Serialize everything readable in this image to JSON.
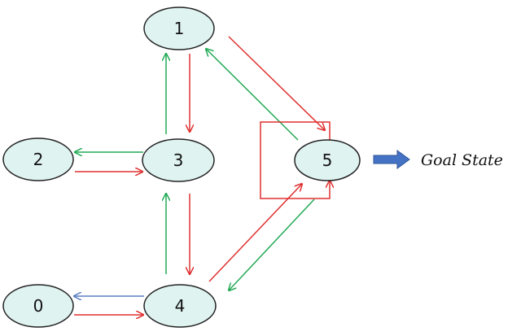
{
  "nodes": [
    {
      "id": "1",
      "label": "1"
    },
    {
      "id": "2",
      "label": "2"
    },
    {
      "id": "3",
      "label": "3"
    },
    {
      "id": "5",
      "label": "5"
    },
    {
      "id": "0",
      "label": "0"
    },
    {
      "id": "4",
      "label": "4"
    }
  ],
  "goal": {
    "label": "Goal State"
  },
  "colors": {
    "green": "#22aa55",
    "red": "#e03030",
    "blue": "#5b7fc4",
    "goal_arrow": "#4472c4",
    "node_fill": "#dff3f1"
  },
  "edges": [
    {
      "from": "1",
      "to": "3",
      "color": "red"
    },
    {
      "from": "3",
      "to": "1",
      "color": "green"
    },
    {
      "from": "1",
      "to": "5",
      "color": "red"
    },
    {
      "from": "5",
      "to": "1",
      "color": "green"
    },
    {
      "from": "3",
      "to": "2",
      "color": "green"
    },
    {
      "from": "2",
      "to": "3",
      "color": "red"
    },
    {
      "from": "3",
      "to": "4",
      "color": "red"
    },
    {
      "from": "4",
      "to": "3",
      "color": "green"
    },
    {
      "from": "4",
      "to": "5",
      "color": "red"
    },
    {
      "from": "5",
      "to": "4",
      "color": "green"
    },
    {
      "from": "4",
      "to": "0",
      "color": "blue"
    },
    {
      "from": "0",
      "to": "4",
      "color": "red"
    },
    {
      "from": "5",
      "to": "5",
      "color": "red"
    }
  ]
}
